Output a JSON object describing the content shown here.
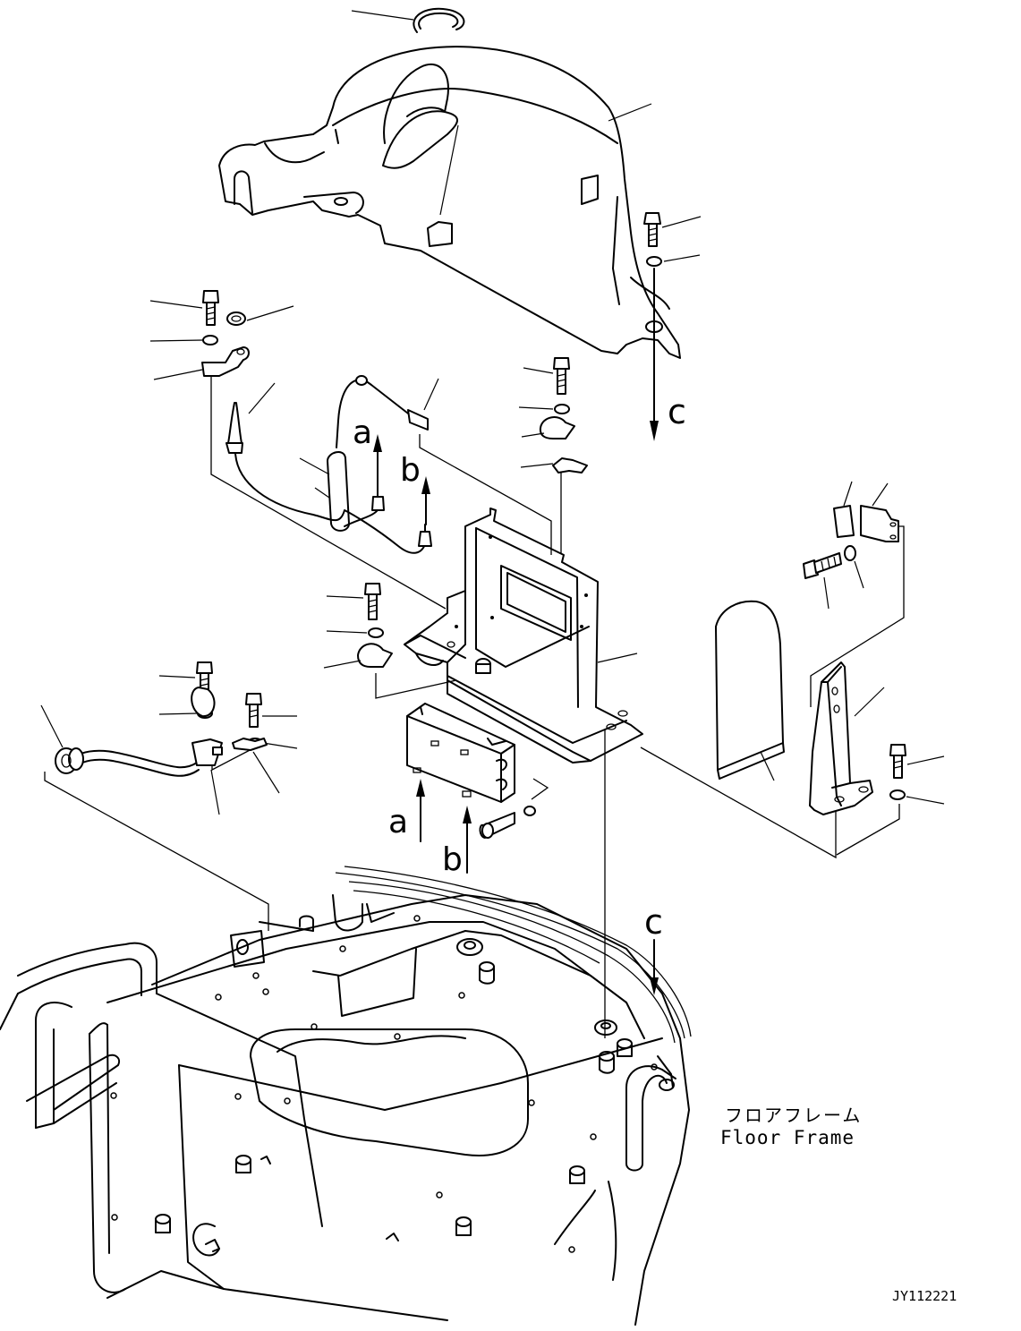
{
  "view_labels": {
    "a_main": "a",
    "b_main": "b",
    "c_main": "c",
    "a_lower": "a",
    "b_lower": "b",
    "c_lower": "c"
  },
  "caption": {
    "japanese": "フロアフレーム",
    "english": "Floor Frame"
  },
  "drawing_id": "JY112221"
}
